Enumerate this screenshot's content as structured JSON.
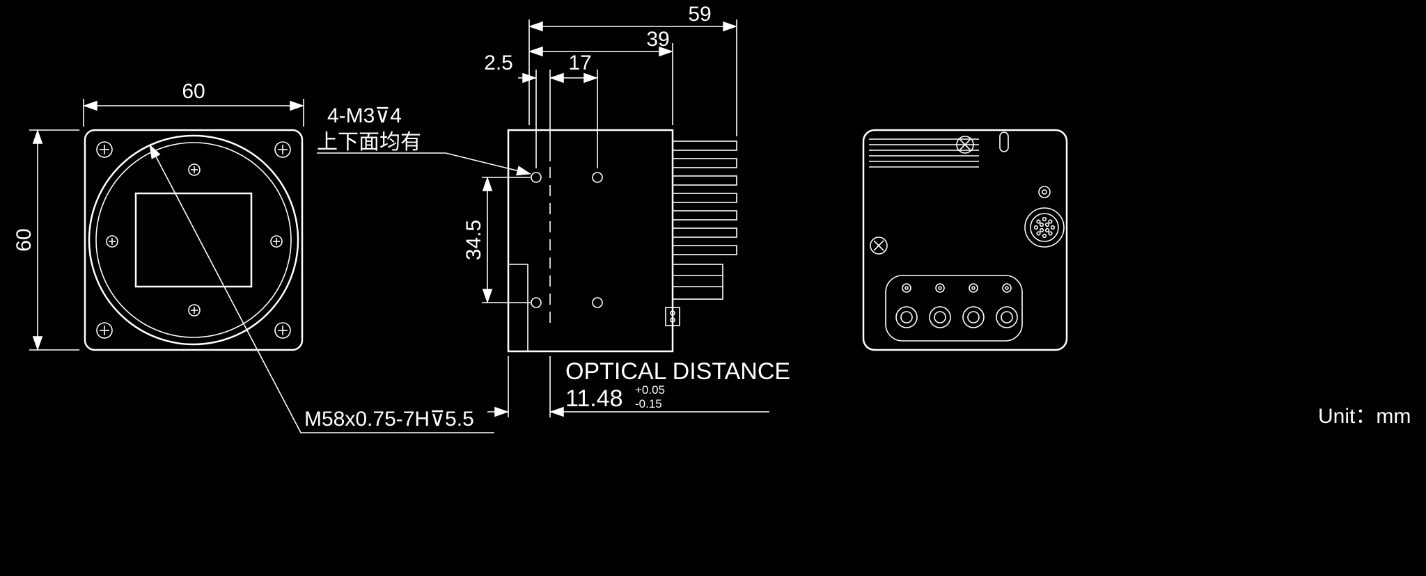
{
  "colors": {
    "background": "#000000",
    "line": "#ffffff"
  },
  "unit_label": "Unit：mm",
  "front_view": {
    "width_dim": "60",
    "height_dim": "60",
    "thread_label": "M58x0.75-7H⊽5.5"
  },
  "side_view": {
    "depth_total_dim": "59",
    "body_depth_dim": "39",
    "offset_dim": "2.5",
    "hole_spacing_dim": "17",
    "hole_vertical_dim": "34.5",
    "mount_holes_label": "4-M3⊽4",
    "mount_holes_note": "上下面均有",
    "optical_distance_label": "OPTICAL DISTANCE",
    "optical_distance_value": "11.48",
    "optical_distance_tol_upper": "+0.05",
    "optical_distance_tol_lower": "-0.15"
  }
}
